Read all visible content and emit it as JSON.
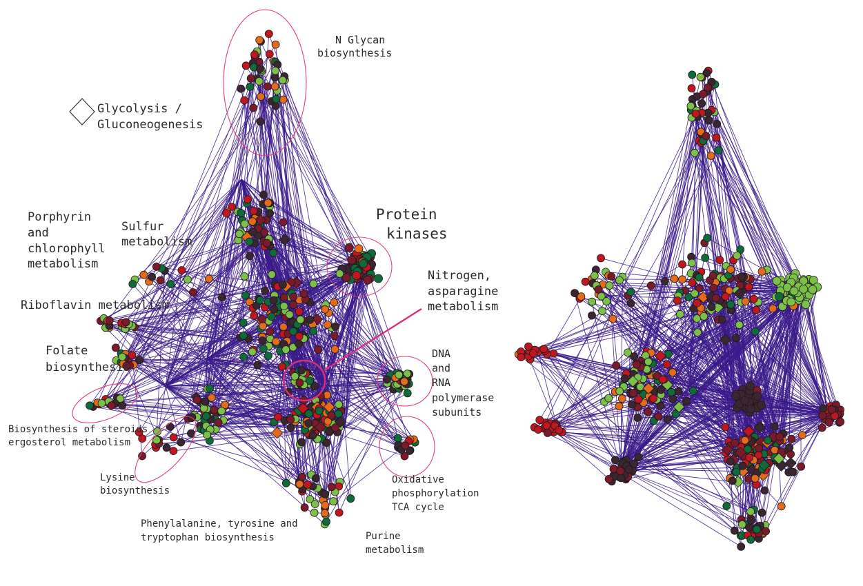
{
  "colors": {
    "edge": "#3b1a8a",
    "highlight": "#e2407a",
    "palette": {
      "light_green": "#7cc04a",
      "dark_green": "#0f6b3a",
      "orange": "#e46a1c",
      "red": "#c0161f",
      "dark_red": "#7a1a2a",
      "dark_purple": "#3a2530"
    }
  },
  "legend": {
    "label_line1": "Glycolysis /",
    "label_line2": "Gluconeogenesis",
    "shape": "diamond-icon"
  },
  "labels": {
    "n_glycan_1": "N Glycan",
    "n_glycan_2": "biosynthesis",
    "protein_kinases_1": "Protein",
    "protein_kinases_2": "kinases",
    "porphyrin_1": "Porphyrin",
    "porphyrin_2": "and",
    "porphyrin_3": "chlorophyll",
    "porphyrin_4": "metabolism",
    "sulfur_1": "Sulfur",
    "sulfur_2": "metabolism",
    "nitrogen_1": "Nitrogen,",
    "nitrogen_2": "asparagine",
    "nitrogen_3": "metabolism",
    "riboflavin": "Riboflavin metabolism",
    "folate_1": "Folate",
    "folate_2": "biosynthesis",
    "dna_1": "DNA",
    "dna_2": "and",
    "dna_3": "RNA",
    "dna_4": "polymerase",
    "dna_5": "subunits",
    "sterol_1": "Biosynthesis of steroids",
    "sterol_2": "ergosterol metabolism",
    "lysine_1": "Lysine",
    "lysine_2": "biosynthesis",
    "oxphos_1": "Oxidative",
    "oxphos_2": "phosphorylation",
    "oxphos_3": "TCA cycle",
    "phe_1": "Phenylalanine, tyrosine and",
    "phe_2": "tryptophan biosynthesis",
    "purine_1": "Purine",
    "purine_2": "metabolism"
  }
}
